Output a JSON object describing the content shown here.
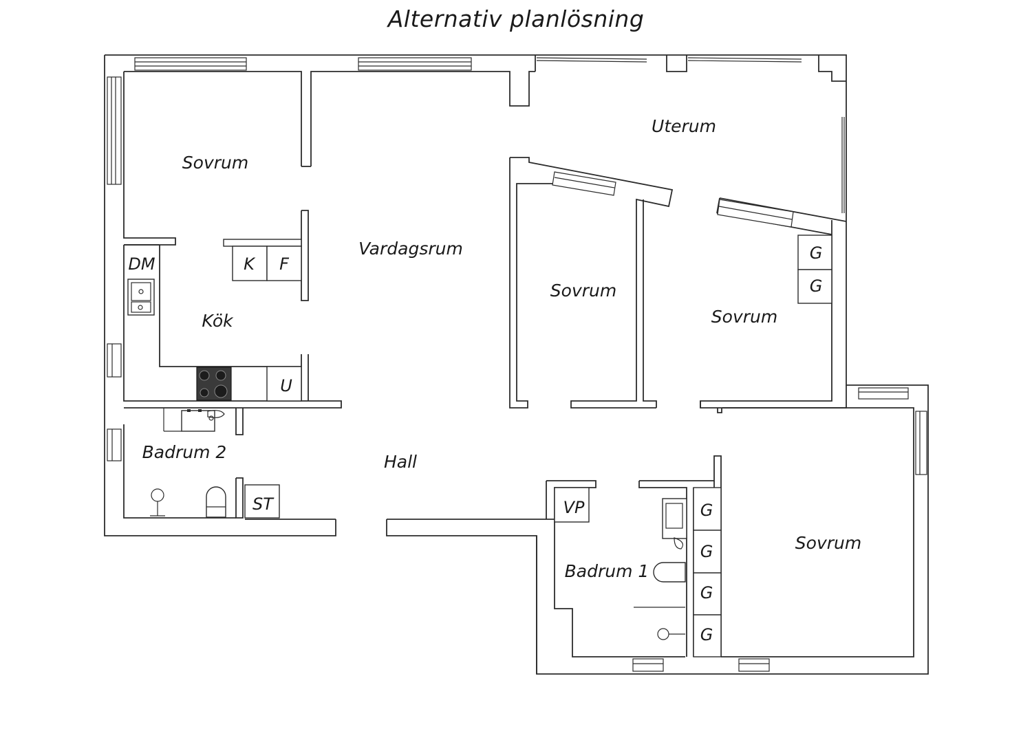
{
  "title": "Alternativ planlösning",
  "rooms": {
    "sovrum_nw": "Sovrum",
    "vardagsrum": "Vardagsrum",
    "uterum": "Uterum",
    "kok": "Kök",
    "sovrum_mid": "Sovrum",
    "sovrum_right": "Sovrum",
    "sovrum_se": "Sovrum",
    "badrum2": "Badrum 2",
    "hall": "Hall",
    "badrum1": "Badrum 1"
  },
  "fixtures": {
    "dm": "DM",
    "k": "K",
    "f": "F",
    "u": "U",
    "st": "ST",
    "vp": "VP",
    "g": "G"
  }
}
